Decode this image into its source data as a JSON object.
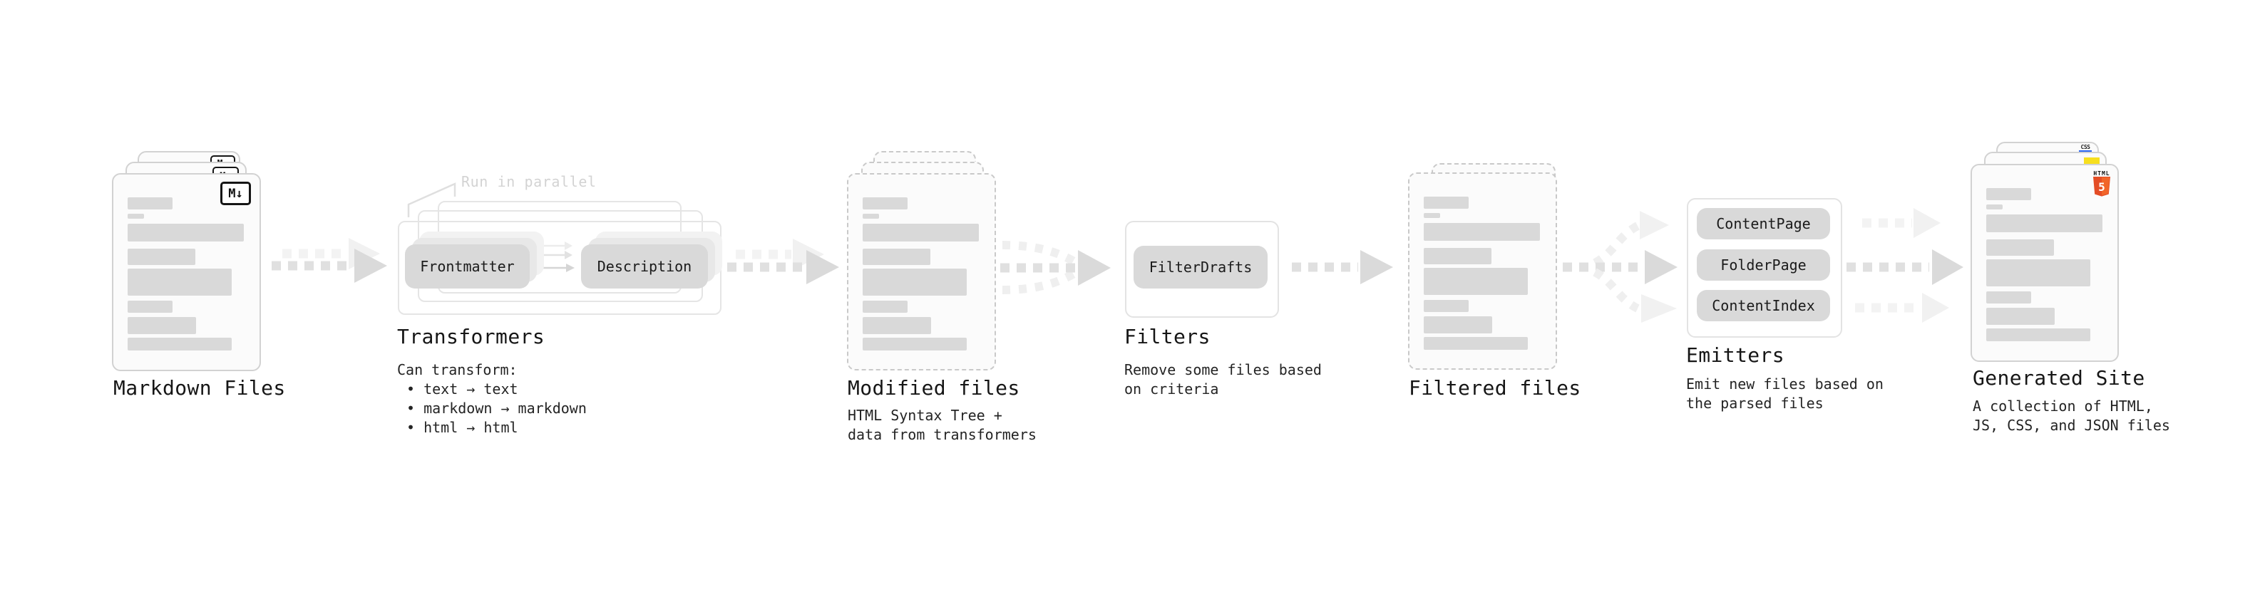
{
  "stages": {
    "markdown": {
      "title": "Markdown Files"
    },
    "transformers": {
      "title": "Transformers",
      "note": "Run in parallel",
      "input_pill": "Frontmatter",
      "output_pill": "Description",
      "desc_heading": "Can transform:",
      "bullets": [
        "• text → text",
        "• markdown → markdown",
        "• html → html"
      ]
    },
    "modified": {
      "title": "Modified files",
      "subtitle": [
        "HTML Syntax Tree +",
        "data from transformers"
      ]
    },
    "filters": {
      "title": "Filters",
      "pill": "FilterDrafts",
      "subtitle": [
        "Remove some files based",
        "on criteria"
      ]
    },
    "filtered": {
      "title": "Filtered files"
    },
    "emitters": {
      "title": "Emitters",
      "pills": [
        "ContentPage",
        "FolderPage",
        "ContentIndex"
      ],
      "subtitle": [
        "Emit new files based on",
        "the parsed files"
      ]
    },
    "generated": {
      "title": "Generated Site",
      "subtitle": [
        "A collection of HTML,",
        "JS, CSS, and JSON files"
      ]
    }
  },
  "icons": {
    "markdown_badge": "M↓",
    "html5_wordmark": "HTML",
    "html5_number": "5",
    "css_badge": "CSS"
  },
  "colors": {
    "card_bg": "#fbfbfb",
    "bar_gray": "#d9d9d9",
    "pill_gray": "#d9d9d9",
    "arrow_dark": "#e0e0e0",
    "arrow_light": "#f3f3f3",
    "note_gray": "#d3d3d3",
    "html5_orange": "#e44d26",
    "html5_orange_light": "#f16529",
    "js_yellow": "#f7df1e",
    "css_blue": "#2965f1"
  }
}
